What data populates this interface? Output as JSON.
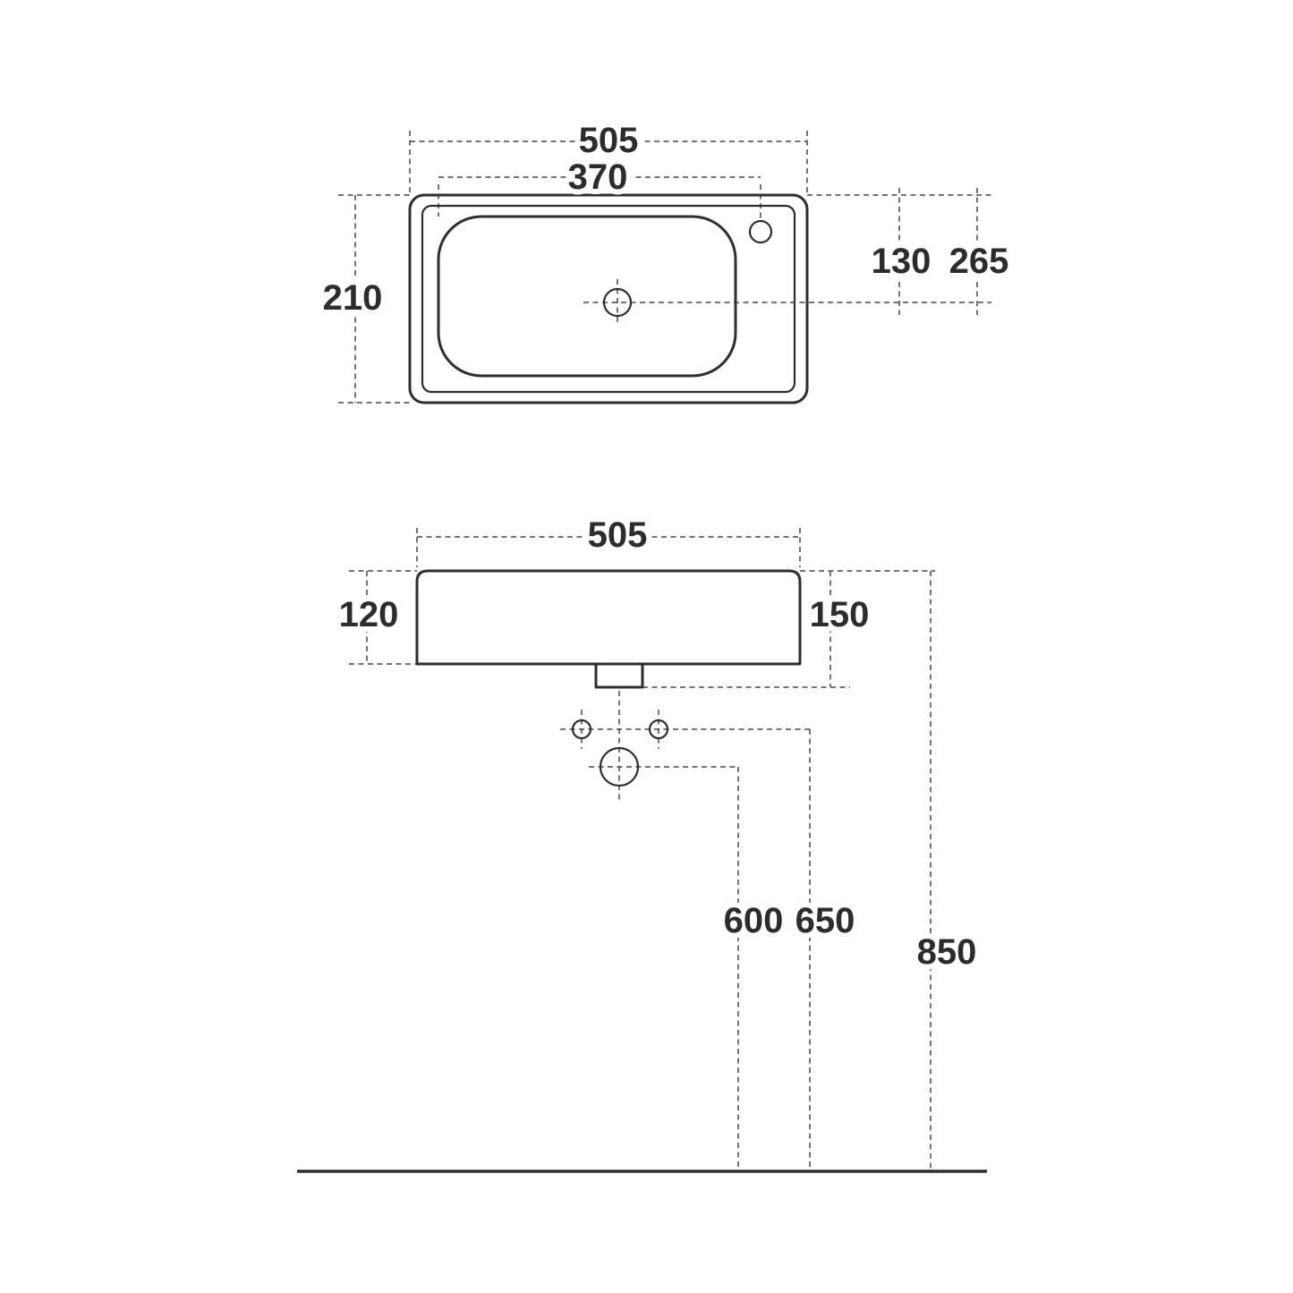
{
  "drawing": {
    "description": "washbasin technical drawing with top view and front view",
    "top_view": {
      "overall_width": "505",
      "tap_center_width": "370",
      "depth": "210",
      "drain_offset": "130",
      "drain_depth": "265"
    },
    "front_view": {
      "overall_width": "505",
      "front_height": "120",
      "total_height": "150",
      "drain_outlet_height": "600",
      "supply_height": "650",
      "rim_height": "850"
    }
  }
}
